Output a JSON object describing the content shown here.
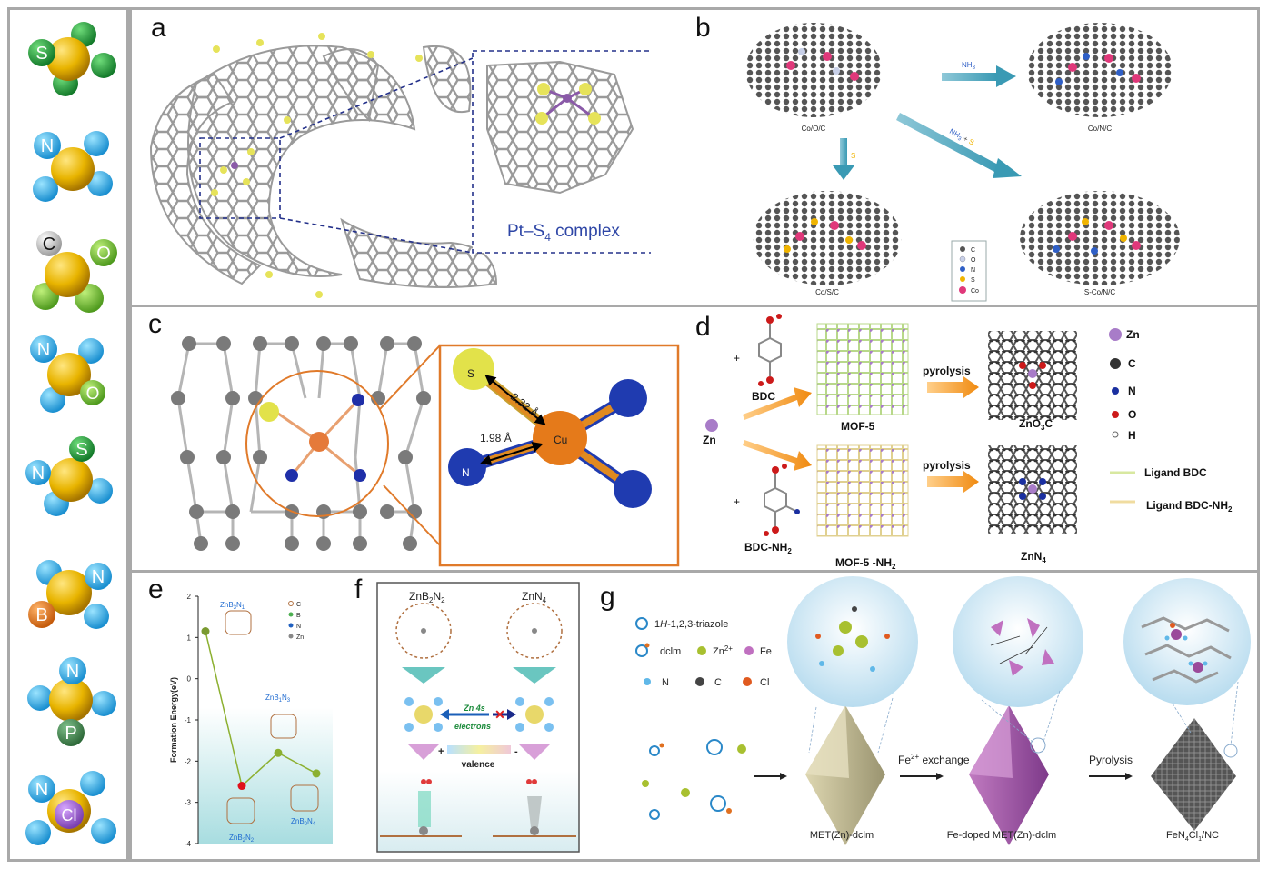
{
  "sidebar": {
    "motifs": [
      {
        "letters": [
          "S"
        ]
      },
      {
        "letters": [
          "N"
        ]
      },
      {
        "letters": [
          "C",
          "O"
        ]
      },
      {
        "letters": [
          "N",
          "O"
        ]
      },
      {
        "letters": [
          "N",
          "S"
        ]
      },
      {
        "letters": [
          "B",
          "N"
        ]
      },
      {
        "letters": [
          "N",
          "P"
        ]
      },
      {
        "letters": [
          "N",
          "Cl"
        ]
      }
    ]
  },
  "panel_a": {
    "letter": "a",
    "inset_caption": "Pt–S",
    "inset_caption_sub": "4",
    "inset_caption_tail": " complex"
  },
  "panel_b": {
    "letter": "b",
    "states": [
      "Co/O/C",
      "Co/N/C",
      "Co/S/C",
      "S-Co/N/C"
    ],
    "arrow_nh3": "NH",
    "arrow_nh3_sub": "3",
    "arrow_combo_a": "NH",
    "arrow_combo_sub": "3",
    "arrow_combo_plus": " + ",
    "arrow_combo_s": "S",
    "arrow_s": "S",
    "legend": [
      "C",
      "O",
      "N",
      "S",
      "Co"
    ],
    "colors": {
      "C": "#555555",
      "O": "#c8d0e8",
      "N": "#2f5fc6",
      "S": "#f0b400",
      "Co": "#e0387a"
    }
  },
  "panel_c": {
    "letter": "c",
    "atoms": [
      "S",
      "Cu",
      "N"
    ],
    "bond_cu_s": "2.32 Å",
    "bond_cu_n": "1.98 Å"
  },
  "panel_d": {
    "letter": "d",
    "zn_label": "Zn",
    "plus1": "+",
    "plus2": "+",
    "ligand1": "BDC",
    "ligand2": "BDC-NH",
    "ligand2_sub": "2",
    "mof1": "MOF-5",
    "mof2": "MOF-5 -NH",
    "mof2_sub": "2",
    "pyro1": "pyrolysis",
    "pyro2": "pyrolysis",
    "prod1": "ZnO",
    "prod1_sub": "3",
    "prod1_tail": "C",
    "prod2": "ZnN",
    "prod2_sub": "4",
    "legend": [
      "Zn",
      "C",
      "N",
      "O",
      "H"
    ],
    "legend_colors": [
      "#a87cc8",
      "#333333",
      "#1a2fa0",
      "#cc1a1a",
      "#ffffff"
    ],
    "ligand_legend": [
      "Ligand BDC",
      "Ligand BDC-NH"
    ],
    "ligand_legend_sub": "2"
  },
  "panel_e": {
    "letter": "e",
    "ylabel": "Formation Energy(eV)",
    "yticks": [
      "2",
      "1",
      "0",
      "-1",
      "-2",
      "-3",
      "-4"
    ],
    "legend": [
      "C",
      "B",
      "N",
      "Zn"
    ],
    "labels": [
      {
        "main": "ZnB",
        "s1": "3",
        "mid": "N",
        "s2": "1"
      },
      {
        "main": "ZnB",
        "s1": "1",
        "mid": "N",
        "s2": "3"
      },
      {
        "main": "ZnB",
        "s1": "2",
        "mid": "N",
        "s2": "2"
      },
      {
        "main": "ZnB",
        "s1": "0",
        "mid": "N",
        "s2": "4"
      }
    ]
  },
  "chart_data": {
    "type": "scatter",
    "ylabel": "Formation Energy(eV)",
    "ylim": [
      -4,
      2
    ],
    "points": [
      {
        "name": "ZnB3N1",
        "y": 1.15
      },
      {
        "name": "ZnB2N2",
        "y": -2.6
      },
      {
        "name": "ZnB1N3",
        "y": -1.8
      },
      {
        "name": "ZnB0N4",
        "y": -2.3
      }
    ],
    "line_order": [
      "ZnB3N1",
      "ZnB2N2",
      "ZnB1N3",
      "ZnB0N4"
    ]
  },
  "panel_f": {
    "letter": "f",
    "left_title": "ZnB",
    "left_s1": "2",
    "left_mid": "N",
    "left_s2": "2",
    "right_title": "ZnN",
    "right_s": "4",
    "mid_text1": "Zn 4s",
    "mid_text2": "electrons",
    "bar_plus": "+",
    "bar_label": "valence",
    "bar_minus": "-"
  },
  "panel_g": {
    "letter": "g",
    "leg_triazole_a": "1",
    "leg_triazole_b": "H",
    "leg_triazole_c": "-1,2,3-triazole",
    "leg_dclm": "dclm",
    "leg_zn": "Zn",
    "leg_zn_sup": "2+",
    "leg_fe": "Fe",
    "leg_n": "N",
    "leg_c": "C",
    "leg_cl": "Cl",
    "exchange_a": "Fe",
    "exchange_sup": "2+",
    "exchange_b": " exchange",
    "pyro": "Pyrolysis",
    "prod1": "MET(Zn)-dclm",
    "prod2": "Fe-doped MET(Zn)-dclm",
    "prod3_a": "FeN",
    "prod3_s1": "4",
    "prod3_b": "Cl",
    "prod3_s2": "1",
    "prod3_c": "/NC"
  }
}
